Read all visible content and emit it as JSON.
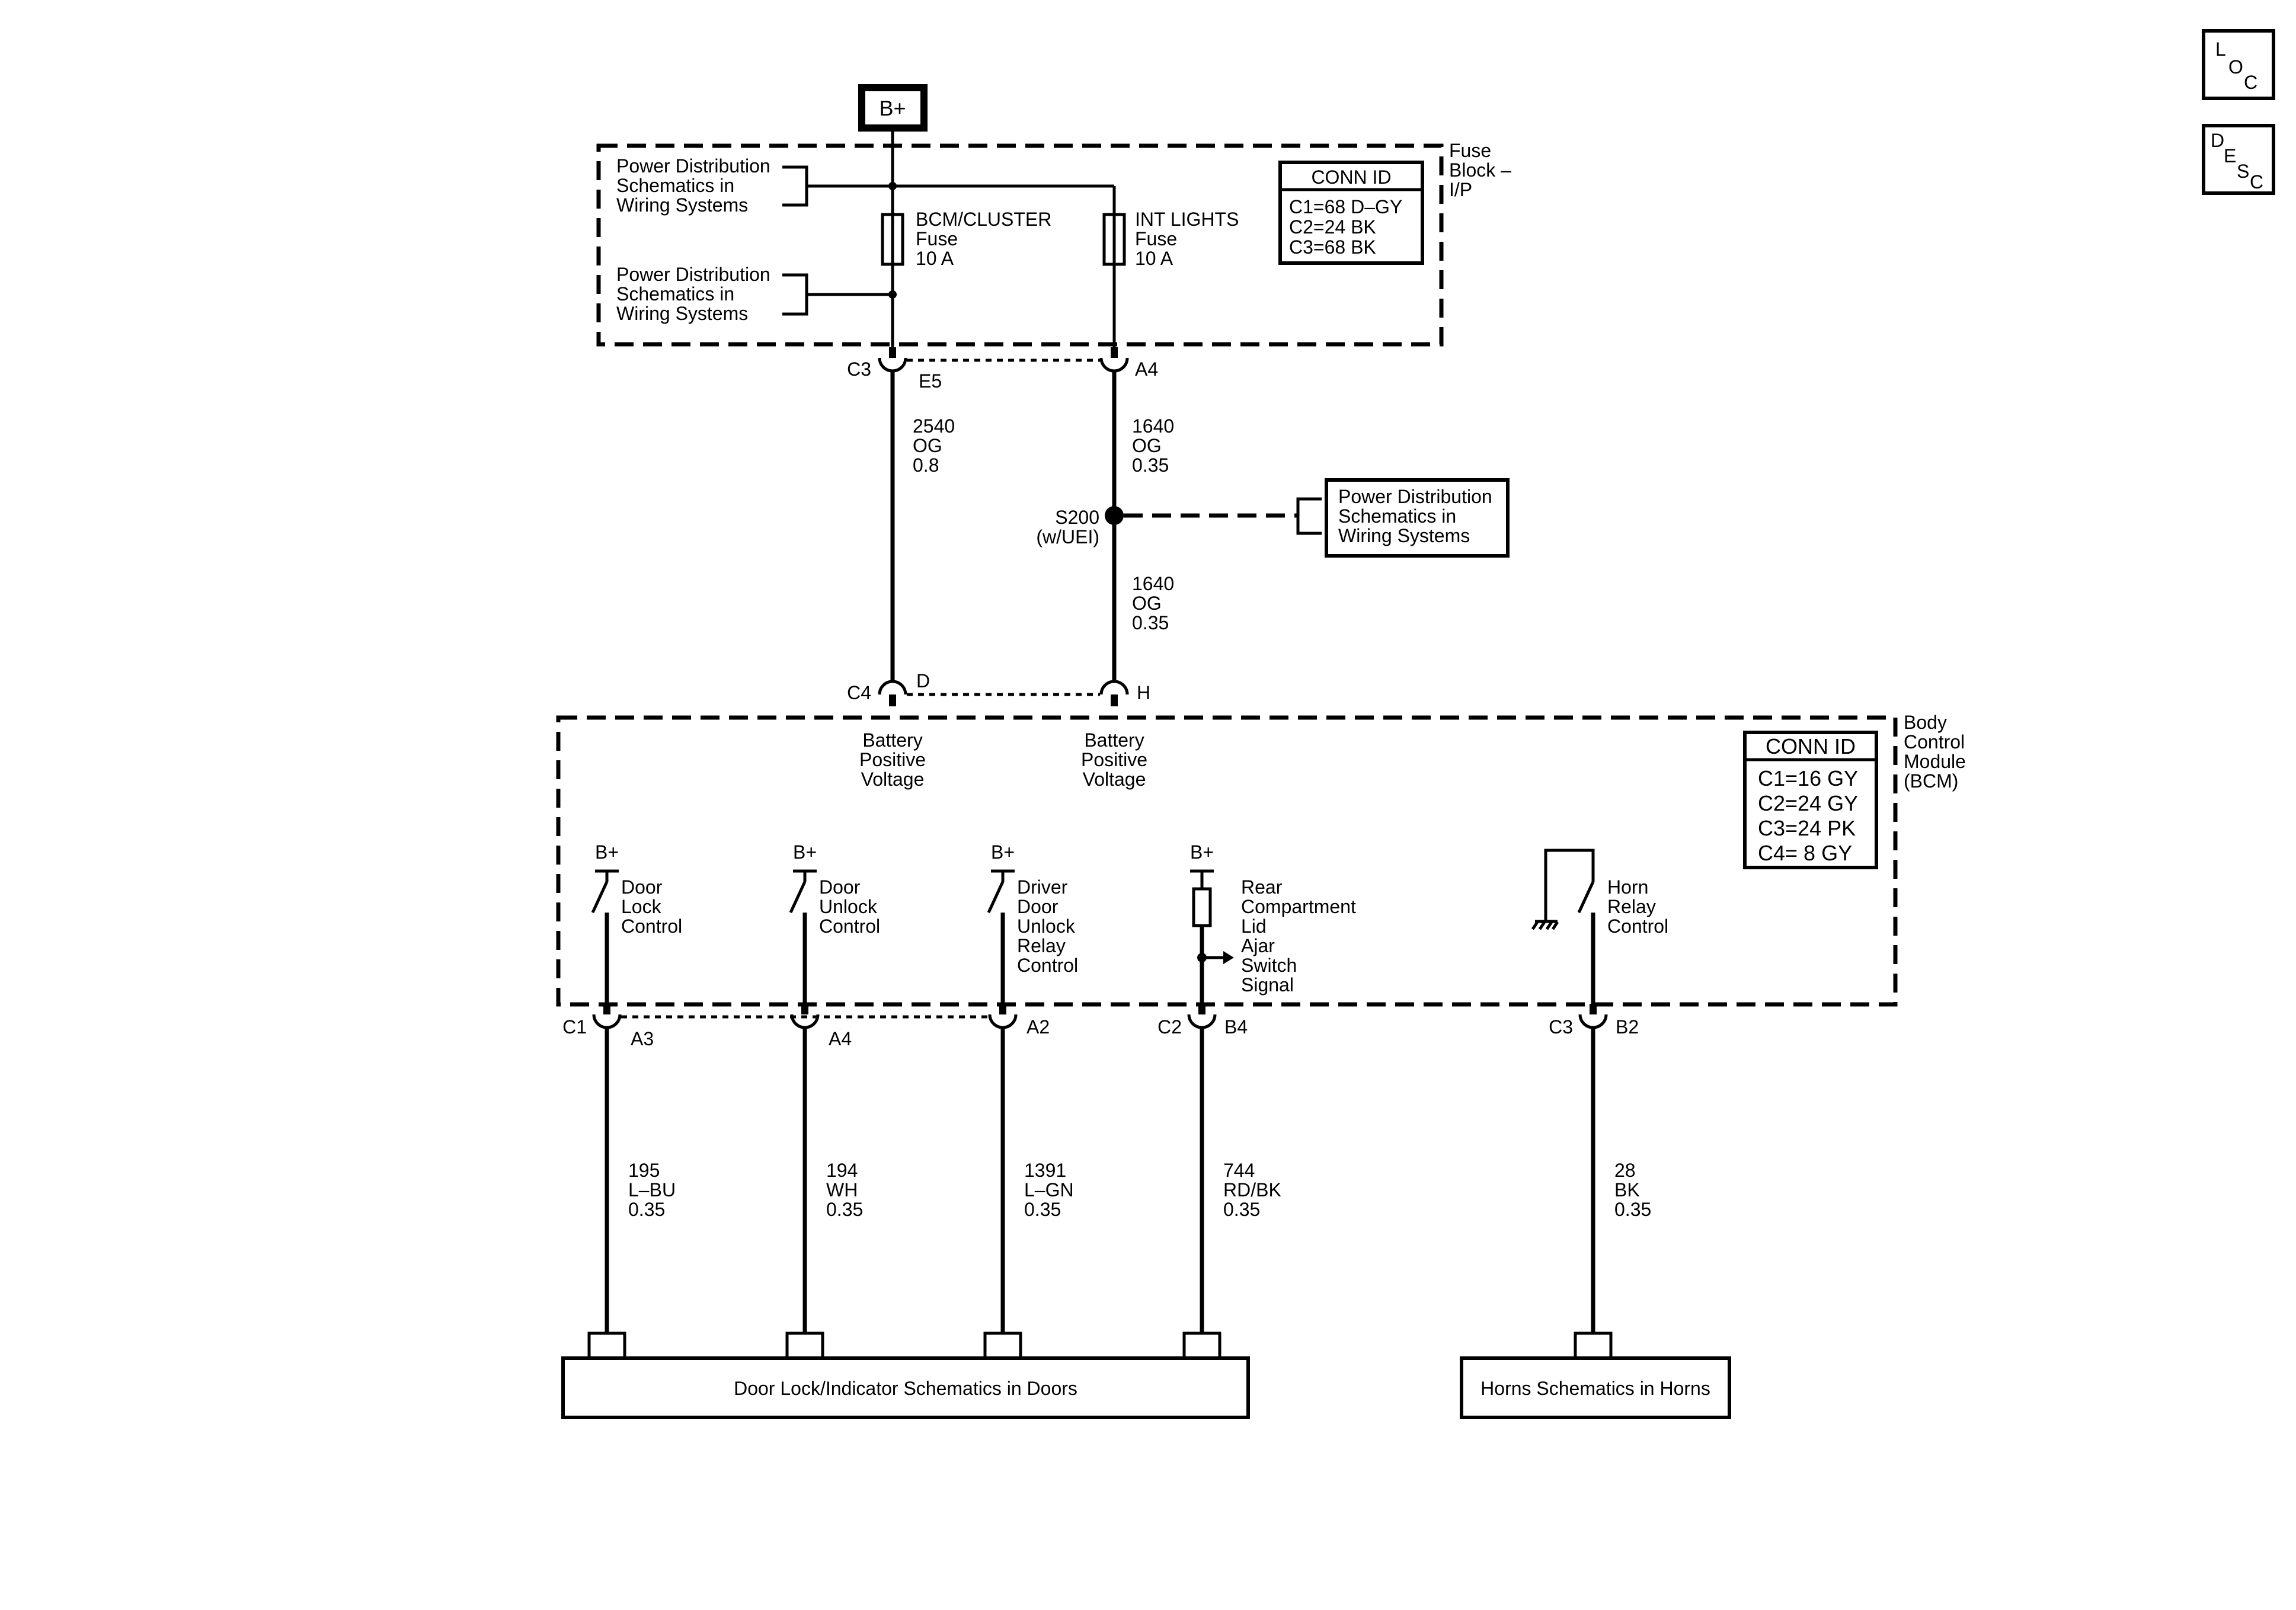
{
  "supply": {
    "label": "B+"
  },
  "fuse_block": {
    "title": [
      "Fuse",
      "Block –",
      "I/P"
    ],
    "refs": [
      [
        "Power Distribution",
        "Schematics in",
        "Wiring Systems"
      ],
      [
        "Power Distribution",
        "Schematics in",
        "Wiring Systems"
      ]
    ],
    "fuses": [
      {
        "lines": [
          "BCM/CLUSTER",
          "Fuse",
          "10 A"
        ]
      },
      {
        "lines": [
          "INT LIGHTS",
          "Fuse",
          "10 A"
        ]
      }
    ],
    "conn_id": {
      "title": "CONN ID",
      "rows": [
        "C1=68 D–GY",
        "C2=24 BK",
        "C3=68 BK"
      ]
    }
  },
  "fuse_connectors": {
    "connector": "C3",
    "pins": [
      "E5",
      "A4"
    ]
  },
  "mid_wires": [
    {
      "lines": [
        "2540",
        "OG",
        "0.8"
      ]
    },
    {
      "lines": [
        "1640",
        "OG",
        "0.35"
      ]
    },
    {
      "lines": [
        "1640",
        "OG",
        "0.35"
      ]
    }
  ],
  "splice": {
    "label": [
      "S200",
      "(w/UEI)"
    ],
    "ref": [
      "Power Distribution",
      "Schematics in",
      "Wiring Systems"
    ]
  },
  "bcm_top_connectors": {
    "connector": "C4",
    "pins": [
      "D",
      "H"
    ]
  },
  "bcm": {
    "title": [
      "Body",
      "Control",
      "Module",
      "(BCM)"
    ],
    "conn_id": {
      "title": "CONN ID",
      "rows": [
        "C1=16 GY",
        "C2=24 GY",
        "C3=24 PK",
        "C4=  8 GY"
      ]
    },
    "inputs": [
      {
        "lines": [
          "Battery",
          "Positive",
          "Voltage"
        ]
      },
      {
        "lines": [
          "Battery",
          "Positive",
          "Voltage"
        ]
      }
    ],
    "circuits": [
      {
        "supply": "B+",
        "lines": [
          "Door",
          "Lock",
          "Control"
        ]
      },
      {
        "supply": "B+",
        "lines": [
          "Door",
          "Unlock",
          "Control"
        ]
      },
      {
        "supply": "B+",
        "lines": [
          "Driver",
          "Door",
          "Unlock",
          "Relay",
          "Control"
        ]
      },
      {
        "supply": "B+",
        "lines": [
          "Rear",
          "Compartment",
          "Lid",
          "Ajar",
          "Switch",
          "Signal"
        ]
      },
      {
        "supply": "",
        "lines": [
          "Horn",
          "Relay",
          "Control"
        ]
      }
    ]
  },
  "bottom_connectors": [
    {
      "connector": "C1",
      "pin": "A3"
    },
    {
      "connector": "",
      "pin": "A4"
    },
    {
      "connector": "",
      "pin": "A2"
    },
    {
      "connector": "C2",
      "pin": "B4"
    },
    {
      "connector": "C3",
      "pin": "B2"
    }
  ],
  "bottom_wires": [
    {
      "lines": [
        "195",
        "L–BU",
        "0.35"
      ]
    },
    {
      "lines": [
        "194",
        "WH",
        "0.35"
      ]
    },
    {
      "lines": [
        "1391",
        "L–GN",
        "0.35"
      ]
    },
    {
      "lines": [
        "744",
        "RD/BK",
        "0.35"
      ]
    },
    {
      "lines": [
        "28",
        "BK",
        "0.35"
      ]
    }
  ],
  "destinations": [
    {
      "label": "Door Lock/Indicator Schematics in Doors"
    },
    {
      "label": "Horns Schematics in Horns"
    }
  ],
  "side_icons": {
    "loc": [
      "L",
      "O",
      "C"
    ],
    "desc": [
      "D",
      "E",
      "S",
      "C"
    ]
  }
}
